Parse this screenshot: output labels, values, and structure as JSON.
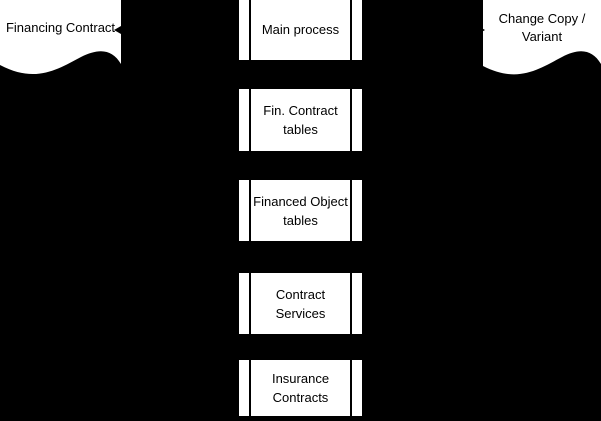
{
  "canvas": {
    "background": "#000000",
    "shape_fill": "#ffffff",
    "shape_stroke": "#000000",
    "text_color": "#000000"
  },
  "documents": [
    {
      "label": "Financing Contract"
    },
    {
      "label": "Change Copy / Variant"
    }
  ],
  "process_boxes": [
    {
      "label": "Main process"
    },
    {
      "label": "Fin. Contract tables"
    },
    {
      "label": "Financed Object tables"
    },
    {
      "label": "Contract Services"
    },
    {
      "label": "Insurance Contracts"
    }
  ],
  "connectors": [
    {
      "from": "Main process",
      "to": "Financing Contract",
      "direction": "left"
    },
    {
      "from": "Main process",
      "to": "Change Copy / Variant",
      "direction": "right"
    }
  ]
}
